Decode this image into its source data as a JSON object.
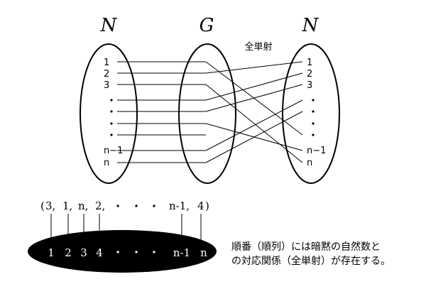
{
  "sets": {
    "left_label": "N",
    "middle_label": "G",
    "right_label": "N",
    "bijection_label": "全単射"
  },
  "left_elements": [
    "1",
    "2",
    "3",
    "n−1",
    "n"
  ],
  "right_elements": [
    "1",
    "2",
    "3",
    "n−1",
    "n"
  ],
  "sequence": {
    "open": "(",
    "items": [
      "3,",
      "1,",
      "n,",
      "2,",
      "n-1,",
      "4"
    ],
    "close": ")"
  },
  "naturals": [
    "1",
    "2",
    "3",
    "4",
    "n-1",
    "n"
  ],
  "caption": {
    "line1": "順番（順列）には暗黙の自然数と",
    "line2": "の対応関係（全単射）が存在する。"
  }
}
